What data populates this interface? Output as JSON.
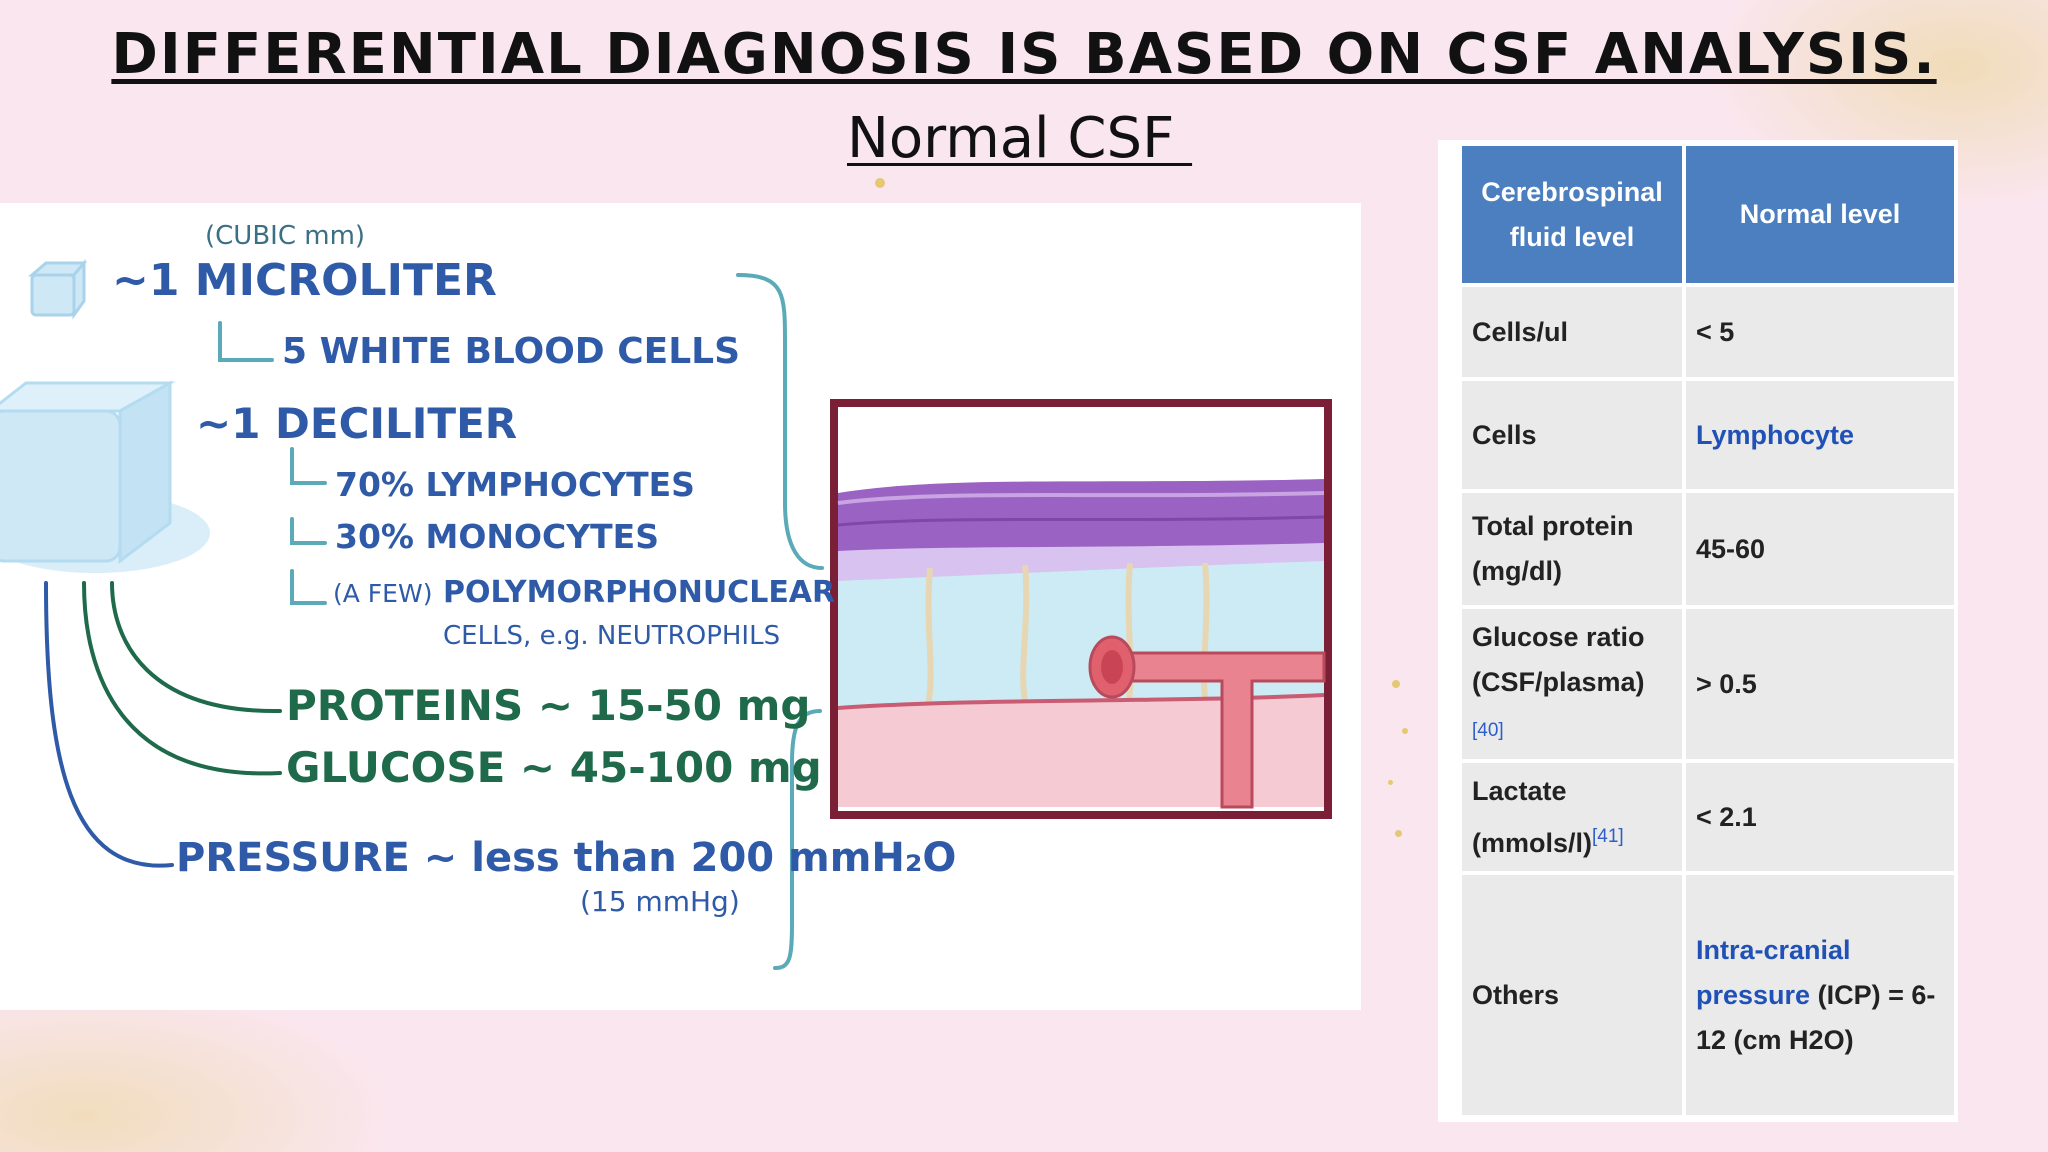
{
  "title": "DIFFERENTIAL DIAGNOSIS IS BASED ON CSF ANALYSIS.",
  "subtitle": "Normal CSF ",
  "illustration": {
    "cubic_mm": "(CUBIC mm)",
    "microliter": "~1 MICROLITER",
    "wbc": "5 WHITE BLOOD CELLS",
    "deciliter": "~1 DECILITER",
    "lymphocytes": "70% LYMPHOCYTES",
    "monocytes": "30% MONOCYTES",
    "pmn_a_few": "(A FEW)",
    "pmn_line1": "POLYMORPHONUCLEAR",
    "pmn_line2": "CELLS, e.g. NEUTROPHILS",
    "proteins": "PROTEINS ~ 15-50 mg",
    "glucose": "GLUCOSE ~ 45-100 mg",
    "pressure": "PRESSURE ~ less than 200 mmH₂O",
    "pressure_mmhg": "(15 mmHg)"
  },
  "table": {
    "headers": [
      "Cerebrospinal fluid level",
      "Normal level"
    ],
    "rows": {
      "cells_ul": {
        "label": "Cells/ul",
        "value": "< 5"
      },
      "cells": {
        "label": "Cells",
        "value": "Lymphocyte"
      },
      "protein": {
        "label": "Total protein (mg/dl)",
        "value": "45-60"
      },
      "glucose": {
        "label": "Glucose ratio (CSF/plasma)",
        "ref": "[40]",
        "value": "> 0.5"
      },
      "lactate": {
        "label": "Lactate (mmols/l)",
        "ref": "[41]",
        "value": "< 2.1"
      },
      "others": {
        "label": "Others",
        "value_link": "Intra-cranial pressure",
        "value_rest": " (ICP) = 6-12 (cm H2O)"
      }
    }
  },
  "colors": {
    "header_blue": "#4b7fc0",
    "cell_grey": "#eaeaea",
    "link_blue": "#1f51b6",
    "background_pink": "#fae6ee"
  }
}
